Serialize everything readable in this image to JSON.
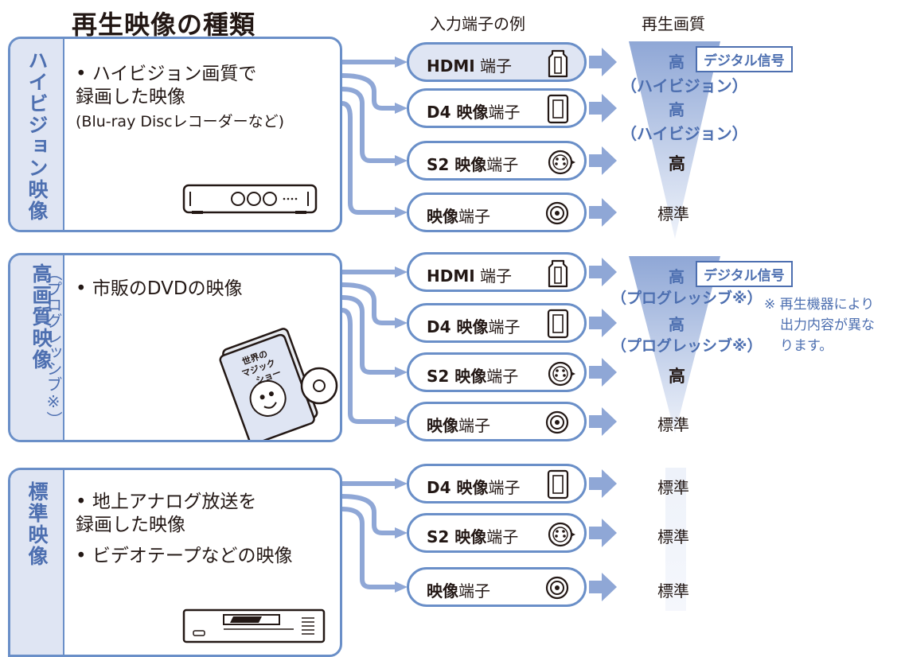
{
  "title": "再生映像の種類",
  "col_input": "入力端子の例",
  "col_quality": "再生画質",
  "groups": [
    {
      "category": "ハイビジョン映像",
      "sub": "",
      "desc": [
        "• ハイビジョン画質で",
        "  録画した映像",
        "(Blu-ray Discレコーダーなど)"
      ],
      "device_icon": "bluray-recorder-icon",
      "ports": [
        {
          "bold": "HDMI",
          "rest": " 端子",
          "icon": "hdmi-port-icon"
        },
        {
          "bold": "D4 映像",
          "rest": "端子",
          "icon": "d4-port-icon"
        },
        {
          "bold": "S2 映像",
          "rest": "端子",
          "icon": "s2-port-icon"
        },
        {
          "bold": "映像",
          "rest": "端子",
          "icon": "composite-port-icon"
        }
      ],
      "quality": [
        "高",
        "（ハイビジョン）",
        "高",
        "（ハイビジョン）",
        "高",
        "標準"
      ],
      "digital": "デジタル信号"
    },
    {
      "category": "高画質映像",
      "sub": "（プログレッシブ※）",
      "desc": [
        "• 市販のDVDの映像"
      ],
      "device_icon": "dvd-disc-icon",
      "device_text": [
        "世界の",
        "マジック",
        "ショー"
      ],
      "ports": [
        {
          "bold": "HDMI",
          "rest": " 端子",
          "icon": "hdmi-port-icon"
        },
        {
          "bold": "D4 映像",
          "rest": "端子",
          "icon": "d4-port-icon"
        },
        {
          "bold": "S2 映像",
          "rest": "端子",
          "icon": "s2-port-icon"
        },
        {
          "bold": "映像",
          "rest": "端子",
          "icon": "composite-port-icon"
        }
      ],
      "quality": [
        "高",
        "（プログレッシブ※）",
        "高",
        "（プログレッシブ※）",
        "高",
        "標準"
      ],
      "digital": "デジタル信号"
    },
    {
      "category": "標準映像",
      "sub": "",
      "desc": [
        "• 地上アナログ放送を",
        "  録画した映像",
        "• ビデオテープなどの映像"
      ],
      "device_icon": "vcr-icon",
      "ports": [
        {
          "bold": "D4 映像",
          "rest": "端子",
          "icon": "d4-port-icon"
        },
        {
          "bold": "S2 映像",
          "rest": "端子",
          "icon": "s2-port-icon"
        },
        {
          "bold": "映像",
          "rest": "端子",
          "icon": "composite-port-icon"
        }
      ],
      "quality": [
        "標準",
        "標準",
        "標準"
      ]
    }
  ],
  "note": [
    "※ 再生機器により",
    "出力内容が異な",
    "ります。"
  ],
  "colors": {
    "accent": "#6a8fc8",
    "label": "#4d6fb0",
    "fill": "#dfe5f3"
  }
}
